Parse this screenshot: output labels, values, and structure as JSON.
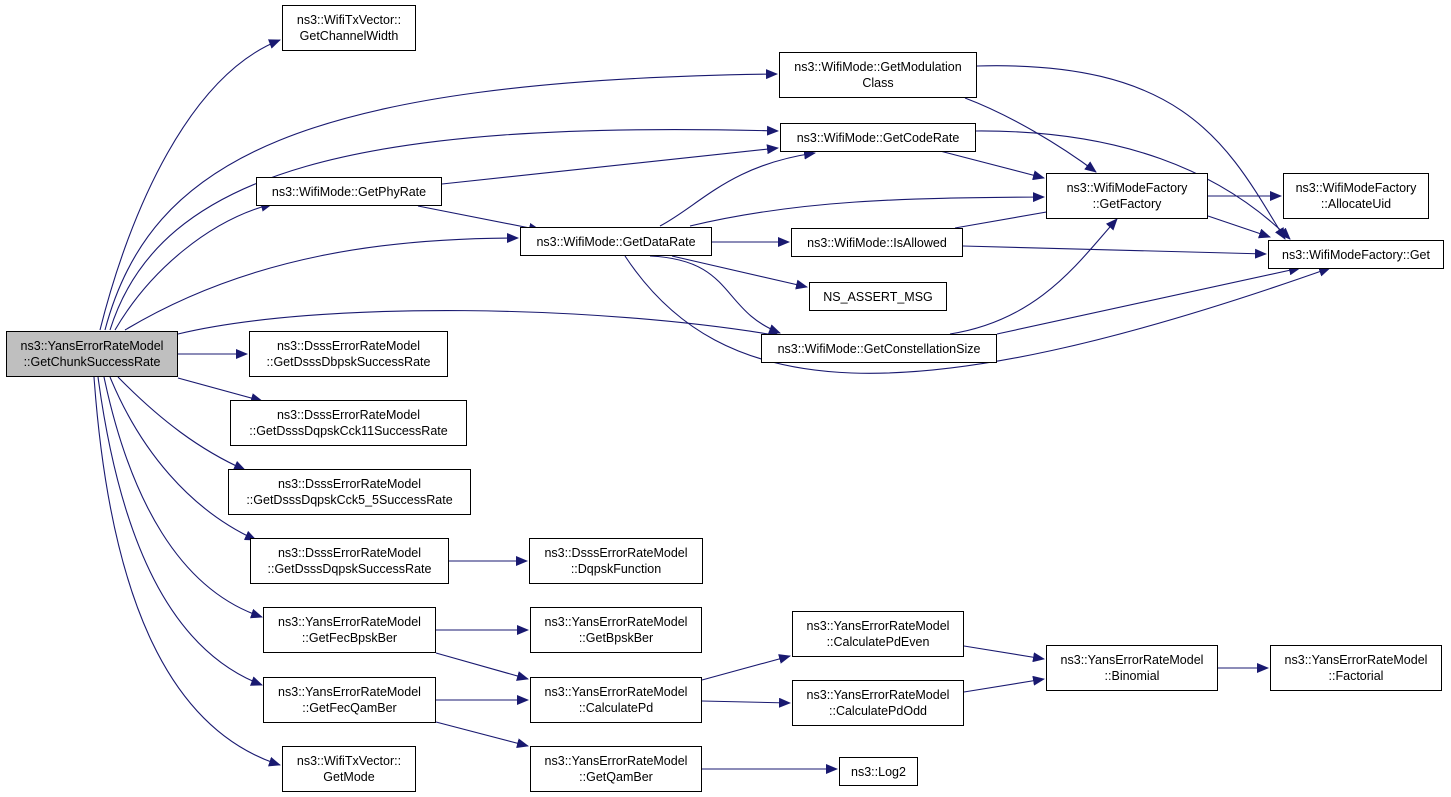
{
  "graph": {
    "root": {
      "line1": "ns3::YansErrorRateModel",
      "line2": "::GetChunkSuccessRate"
    },
    "nodes": {
      "txv_chw": {
        "line1": "ns3::WifiTxVector::",
        "line2": "GetChannelWidth"
      },
      "mod_class": {
        "line1": "ns3::WifiMode::GetModulation",
        "line2": "Class"
      },
      "code_rate": {
        "line1": "ns3::WifiMode::GetCodeRate",
        "line2": ""
      },
      "phy_rate": {
        "line1": "ns3::WifiMode::GetPhyRate",
        "line2": ""
      },
      "data_rate": {
        "line1": "ns3::WifiMode::GetDataRate",
        "line2": ""
      },
      "is_allowed": {
        "line1": "ns3::WifiMode::IsAllowed",
        "line2": ""
      },
      "ns_assert": {
        "line1": "NS_ASSERT_MSG",
        "line2": ""
      },
      "const_size": {
        "line1": "ns3::WifiMode::GetConstellationSize",
        "line2": ""
      },
      "factory_get_factory": {
        "line1": "ns3::WifiModeFactory",
        "line2": "::GetFactory"
      },
      "factory_alloc": {
        "line1": "ns3::WifiModeFactory",
        "line2": "::AllocateUid"
      },
      "factory_get": {
        "line1": "ns3::WifiModeFactory::Get",
        "line2": ""
      },
      "dsss_dbpsk": {
        "line1": "ns3::DsssErrorRateModel",
        "line2": "::GetDsssDbpskSuccessRate"
      },
      "dsss_cck11": {
        "line1": "ns3::DsssErrorRateModel",
        "line2": "::GetDsssDqpskCck11SuccessRate"
      },
      "dsss_cck55": {
        "line1": "ns3::DsssErrorRateModel",
        "line2": "::GetDsssDqpskCck5_5SuccessRate"
      },
      "dsss_dqpsk": {
        "line1": "ns3::DsssErrorRateModel",
        "line2": "::GetDsssDqpskSuccessRate"
      },
      "dqpsk_func": {
        "line1": "ns3::DsssErrorRateModel",
        "line2": "::DqpskFunction"
      },
      "fec_bpsk": {
        "line1": "ns3::YansErrorRateModel",
        "line2": "::GetFecBpskBer"
      },
      "bpsk_ber": {
        "line1": "ns3::YansErrorRateModel",
        "line2": "::GetBpskBer"
      },
      "fec_qam": {
        "line1": "ns3::YansErrorRateModel",
        "line2": "::GetFecQamBer"
      },
      "calc_pd": {
        "line1": "ns3::YansErrorRateModel",
        "line2": "::CalculatePd"
      },
      "calc_pd_even": {
        "line1": "ns3::YansErrorRateModel",
        "line2": "::CalculatePdEven"
      },
      "calc_pd_odd": {
        "line1": "ns3::YansErrorRateModel",
        "line2": "::CalculatePdOdd"
      },
      "binomial": {
        "line1": "ns3::YansErrorRateModel",
        "line2": "::Binomial"
      },
      "factorial": {
        "line1": "ns3::YansErrorRateModel",
        "line2": "::Factorial"
      },
      "txv_mode": {
        "line1": "ns3::WifiTxVector::",
        "line2": "GetMode"
      },
      "qam_ber": {
        "line1": "ns3::YansErrorRateModel",
        "line2": "::GetQamBer"
      },
      "log2": {
        "line1": "ns3::Log2",
        "line2": ""
      }
    },
    "edge_color": "#191970"
  }
}
